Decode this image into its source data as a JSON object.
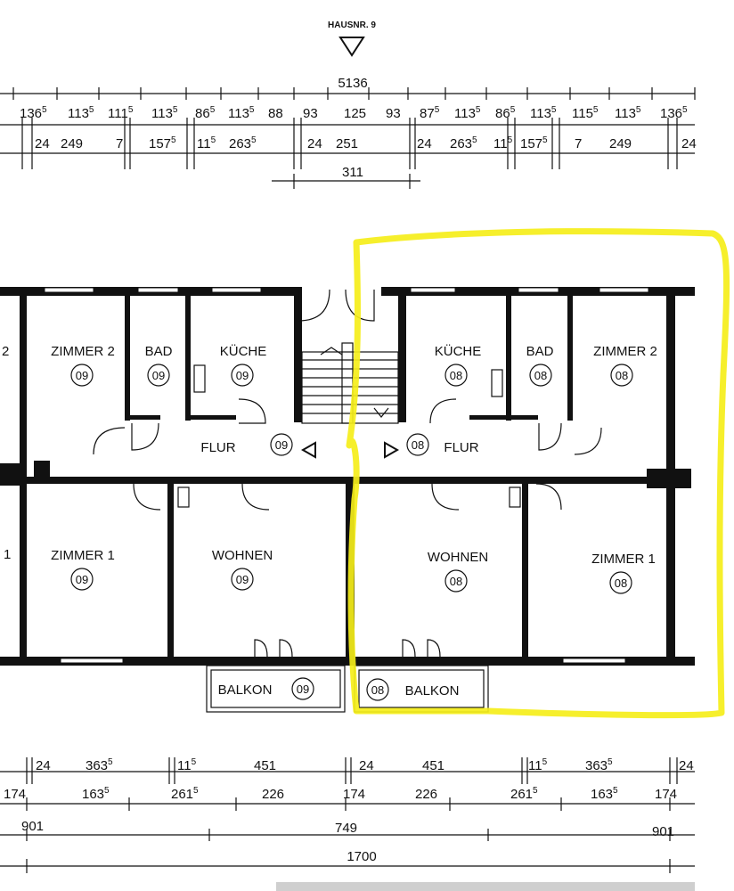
{
  "header": {
    "house_label": "HAUSNR. 9",
    "total_width": "5136"
  },
  "dims_top_row1": [
    {
      "v": "136",
      "s": "5"
    },
    {
      "v": "113",
      "s": "5"
    },
    {
      "v": "111",
      "s": "5"
    },
    {
      "v": "113",
      "s": "5"
    },
    {
      "v": "86",
      "s": "5"
    },
    {
      "v": "113",
      "s": "5"
    },
    {
      "v": "88",
      "s": ""
    },
    {
      "v": "93",
      "s": ""
    },
    {
      "v": "125",
      "s": ""
    },
    {
      "v": "93",
      "s": ""
    },
    {
      "v": "87",
      "s": "5"
    },
    {
      "v": "113",
      "s": "5"
    },
    {
      "v": "86",
      "s": "5"
    },
    {
      "v": "113",
      "s": "5"
    },
    {
      "v": "115",
      "s": "5"
    },
    {
      "v": "113",
      "s": "5"
    },
    {
      "v": "136",
      "s": "5"
    }
  ],
  "dims_top_row2": [
    {
      "v": "24",
      "s": ""
    },
    {
      "v": "249",
      "s": ""
    },
    {
      "v": "7",
      "s": ""
    },
    {
      "v": "157",
      "s": "5"
    },
    {
      "v": "11",
      "s": "5"
    },
    {
      "v": "263",
      "s": "5"
    },
    {
      "v": "24",
      "s": ""
    },
    {
      "v": "251",
      "s": ""
    },
    {
      "v": "24",
      "s": ""
    },
    {
      "v": "263",
      "s": "5"
    },
    {
      "v": "11",
      "s": "5"
    },
    {
      "v": "157",
      "s": "5"
    },
    {
      "v": "7",
      "s": ""
    },
    {
      "v": "249",
      "s": ""
    },
    {
      "v": "24",
      "s": ""
    }
  ],
  "dims_top_row3": "311",
  "rooms": {
    "z2_left": "ZIMMER 2",
    "z2_left_no": "09",
    "bad_left": "BAD",
    "bad_left_no": "09",
    "kueche_left": "KÜCHE",
    "kueche_left_no": "09",
    "kueche_right": "KÜCHE",
    "kueche_right_no": "08",
    "bad_right": "BAD",
    "bad_right_no": "08",
    "z2_right": "ZIMMER 2",
    "z2_right_no": "08",
    "flur_left": "FLUR",
    "flur_left_no": "09",
    "flur_right": "FLUR",
    "flur_right_no": "08",
    "z1_left": "ZIMMER 1",
    "z1_left_no": "09",
    "wohnen_left": "WOHNEN",
    "wohnen_left_no": "09",
    "wohnen_right": "WOHNEN",
    "wohnen_right_no": "08",
    "z1_right": "ZIMMER 1",
    "z1_right_no": "08",
    "balkon_left": "BALKON",
    "balkon_left_no": "09",
    "balkon_right": "BALKON",
    "balkon_right_no": "08",
    "edge_left_top": "2",
    "edge_left_mid": "1"
  },
  "dims_bottom_row1": [
    {
      "v": "24",
      "s": ""
    },
    {
      "v": "363",
      "s": "5"
    },
    {
      "v": "11",
      "s": "5"
    },
    {
      "v": "451",
      "s": ""
    },
    {
      "v": "24",
      "s": ""
    },
    {
      "v": "451",
      "s": ""
    },
    {
      "v": "11",
      "s": "5"
    },
    {
      "v": "363",
      "s": "5"
    },
    {
      "v": "24",
      "s": ""
    }
  ],
  "dims_bottom_row2": [
    {
      "v": "174",
      "s": ""
    },
    {
      "v": "163",
      "s": "5"
    },
    {
      "v": "261",
      "s": "5"
    },
    {
      "v": "226",
      "s": ""
    },
    {
      "v": "174",
      "s": ""
    },
    {
      "v": "226",
      "s": ""
    },
    {
      "v": "261",
      "s": "5"
    },
    {
      "v": "163",
      "s": "5"
    },
    {
      "v": "174",
      "s": ""
    }
  ],
  "dims_bottom_row3": [
    {
      "v": "901",
      "s": ""
    },
    {
      "v": "749",
      "s": ""
    },
    {
      "v": "901",
      "s": ""
    }
  ],
  "dims_bottom_row4": "1700",
  "colors": {
    "highlight": "#f5ee1a",
    "ink": "#111111"
  }
}
